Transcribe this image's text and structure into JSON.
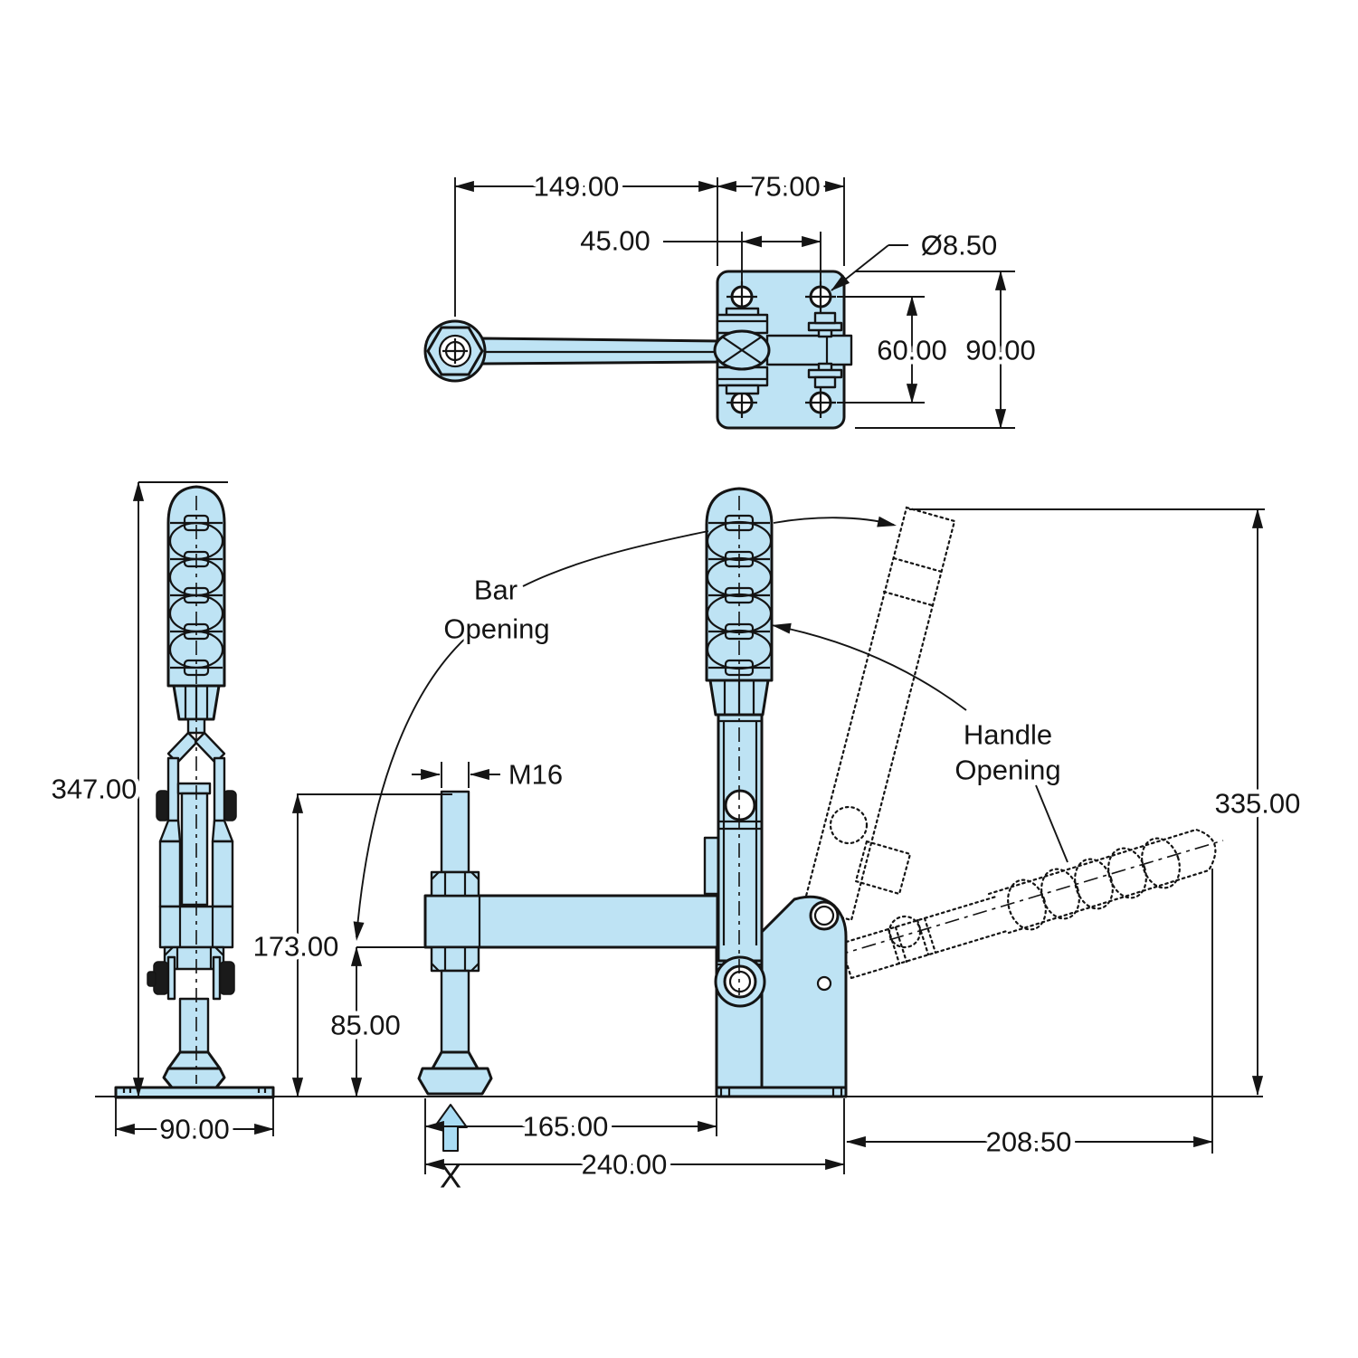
{
  "colors": {
    "part": "#BEE3F4",
    "arrow": "#A9DCF4",
    "line": "#141414",
    "knob": "#1A1A1A",
    "bg": "#FFFFFF"
  },
  "views": {
    "top": {
      "dim_arm_length": "149.00",
      "dim_plate_width": "75.00",
      "dim_hole_spacing_x": "45.00",
      "dim_hole_diameter": "Ø8.50",
      "dim_hole_spacing_y": "60.00",
      "dim_plate_height": "90.00"
    },
    "side": {
      "dim_total_height": "347.00",
      "dim_base_width": "90.00"
    },
    "front": {
      "dim_spindle_thread": "M16",
      "dim_bar_height": "173.00",
      "dim_clearance_height": "85.00",
      "dim_spindle_to_body": "165.00",
      "dim_total_length": "240.00",
      "dim_handle_reach": "208.50",
      "dim_open_height": "335.00",
      "label_bar_opening_line1": "Bar",
      "label_bar_opening_line2": "Opening",
      "label_handle_opening_line1": "Handle",
      "label_handle_opening_line2": "Opening",
      "label_datum": "X"
    }
  }
}
